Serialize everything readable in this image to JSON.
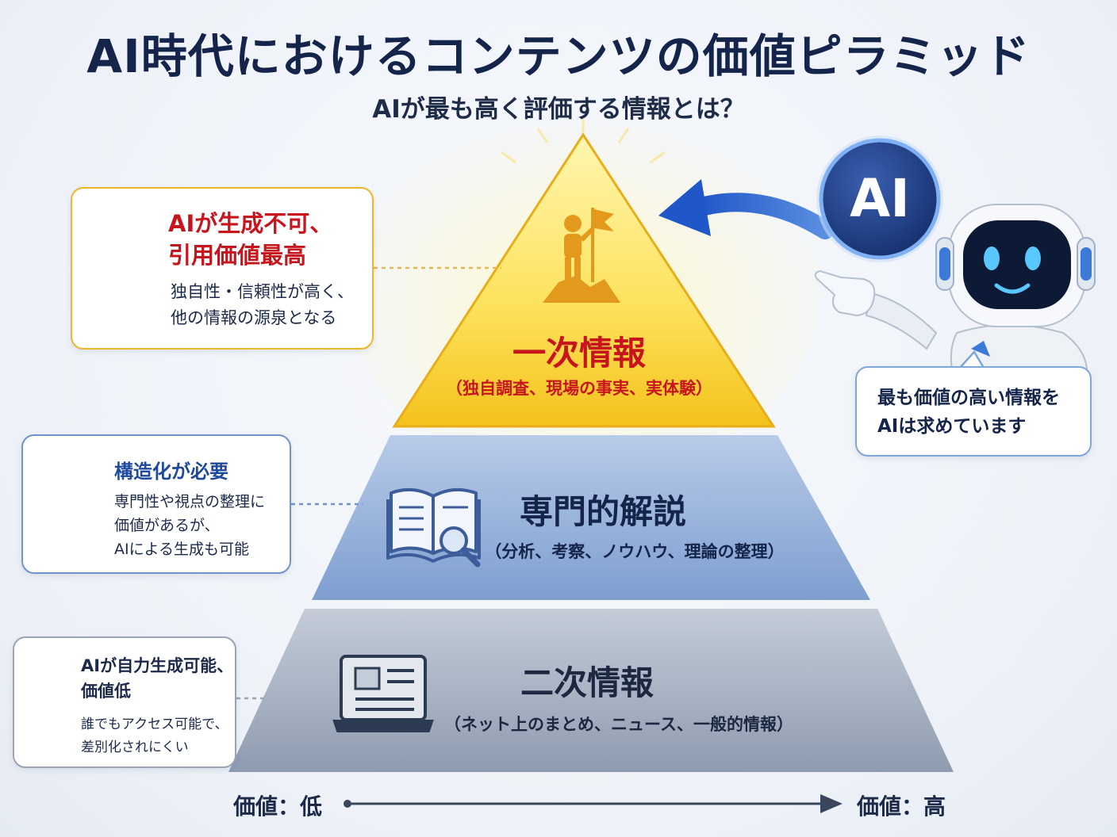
{
  "header": {
    "title": "AI時代におけるコンテンツの価値ピラミッド",
    "subtitle": "AIが最も高く評価する情報とは？"
  },
  "pyramid": {
    "top": {
      "title": "一次情報",
      "subtitle": "（独自調査、現場の事実、実体験）",
      "icon": "flag-on-summit-icon"
    },
    "middle": {
      "title": "専門的解説",
      "subtitle": "（分析、考察、ノウハウ、理論の整理）",
      "icon": "book-magnifier-icon"
    },
    "bottom": {
      "title": "二次情報",
      "subtitle": "（ネット上のまとめ、ニュース、一般的情報）",
      "icon": "laptop-article-icon"
    }
  },
  "cards": {
    "top": {
      "icon": "trophy-icon",
      "heading_line1": "AIが生成不可、",
      "heading_line2": "引用価値最高",
      "body_line1": "独自性・信頼性が高く、",
      "body_line2": "他の情報の源泉となる"
    },
    "middle": {
      "icon": "gears-icon",
      "heading": "構造化が必要",
      "body_line1": "専門性や視点の整理に",
      "body_line2": "価値があるが、",
      "body_line3": "AIによる生成も可能"
    },
    "bottom": {
      "icon": "document-icon",
      "heading_line1": "AIが自力生成可能、",
      "heading_line2": "価値低",
      "body_line1": "誰でもアクセス可能で、",
      "body_line2": "差別化されにくい"
    }
  },
  "ai": {
    "badge": "AI",
    "bubble_line1": "最も価値の高い情報を",
    "bubble_line2": "AIは求めています"
  },
  "axis": {
    "low_label": "価値：低",
    "high_label": "価値：高"
  },
  "colors": {
    "gold": "#f0b429",
    "red": "#c8141c",
    "blue": "#6f93cc",
    "gray": "#9aa4b2",
    "navy": "#14244a"
  }
}
